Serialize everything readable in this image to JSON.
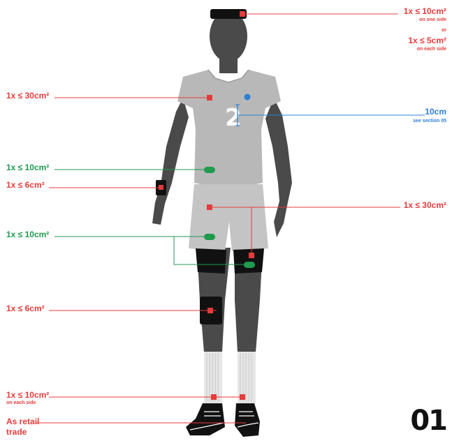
{
  "labels": {
    "headband": {
      "main": "1x ≤ 10cm²",
      "sub1": "on one side",
      "or": "or",
      "main2": "1x ≤ 5cm²",
      "sub2": "on each side"
    },
    "shirt_chest": {
      "main": "1x ≤ 30cm²"
    },
    "number": {
      "main": "10cm",
      "sub": "see section 05"
    },
    "shirt_waist": {
      "main": "1x ≤ 10cm²"
    },
    "wristband": {
      "main": "1x ≤ 6cm²"
    },
    "shorts_right": {
      "main": "1x ≤ 30cm²"
    },
    "shorts_left": {
      "main": "1x ≤ 10cm²"
    },
    "knee": {
      "main": "1x ≤ 6cm²"
    },
    "socks": {
      "main": "1x ≤ 10cm²",
      "sub": "on each side"
    },
    "shoes": {
      "line1": "As retail",
      "line2": "trade"
    }
  },
  "shirt_number": "2",
  "page_number": "01",
  "colors": {
    "red": "#e63b3b",
    "green": "#1f9a4e",
    "blue": "#2d7fd6",
    "body": "#4a4a4a",
    "shirt": "#b8b8b8",
    "shorts": "#c4c4c4",
    "sock": "#e6e6e6",
    "black": "#111111"
  }
}
